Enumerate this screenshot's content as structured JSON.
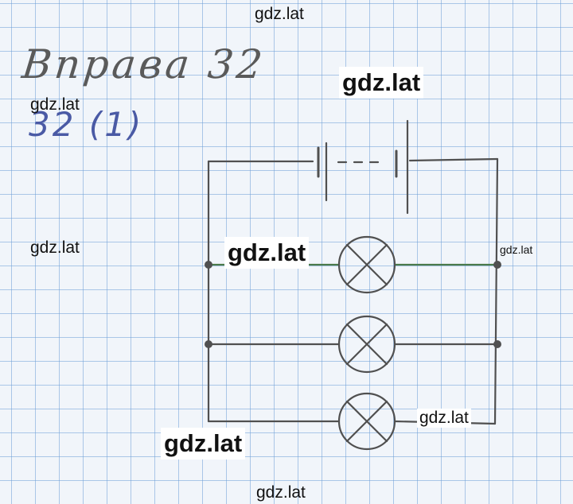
{
  "header": {
    "title": "Вправа 32",
    "subtitle": "32 (1)"
  },
  "watermarks": [
    {
      "text": "gdz.lat"
    },
    {
      "text": "gdz.lat"
    },
    {
      "text": "gdz.lat"
    },
    {
      "text": "gdz.lat"
    },
    {
      "text": "gdz.lat"
    },
    {
      "text": "gdz.lat"
    },
    {
      "text": "gdz.lat"
    },
    {
      "text": "gdz.lat"
    },
    {
      "text": "gdz.lat"
    }
  ],
  "circuit": {
    "battery_cells": 2,
    "lamp_count": 3,
    "connection": "parallel",
    "colors": {
      "pencil": "#505050",
      "ink": "#4a5aa5"
    }
  }
}
